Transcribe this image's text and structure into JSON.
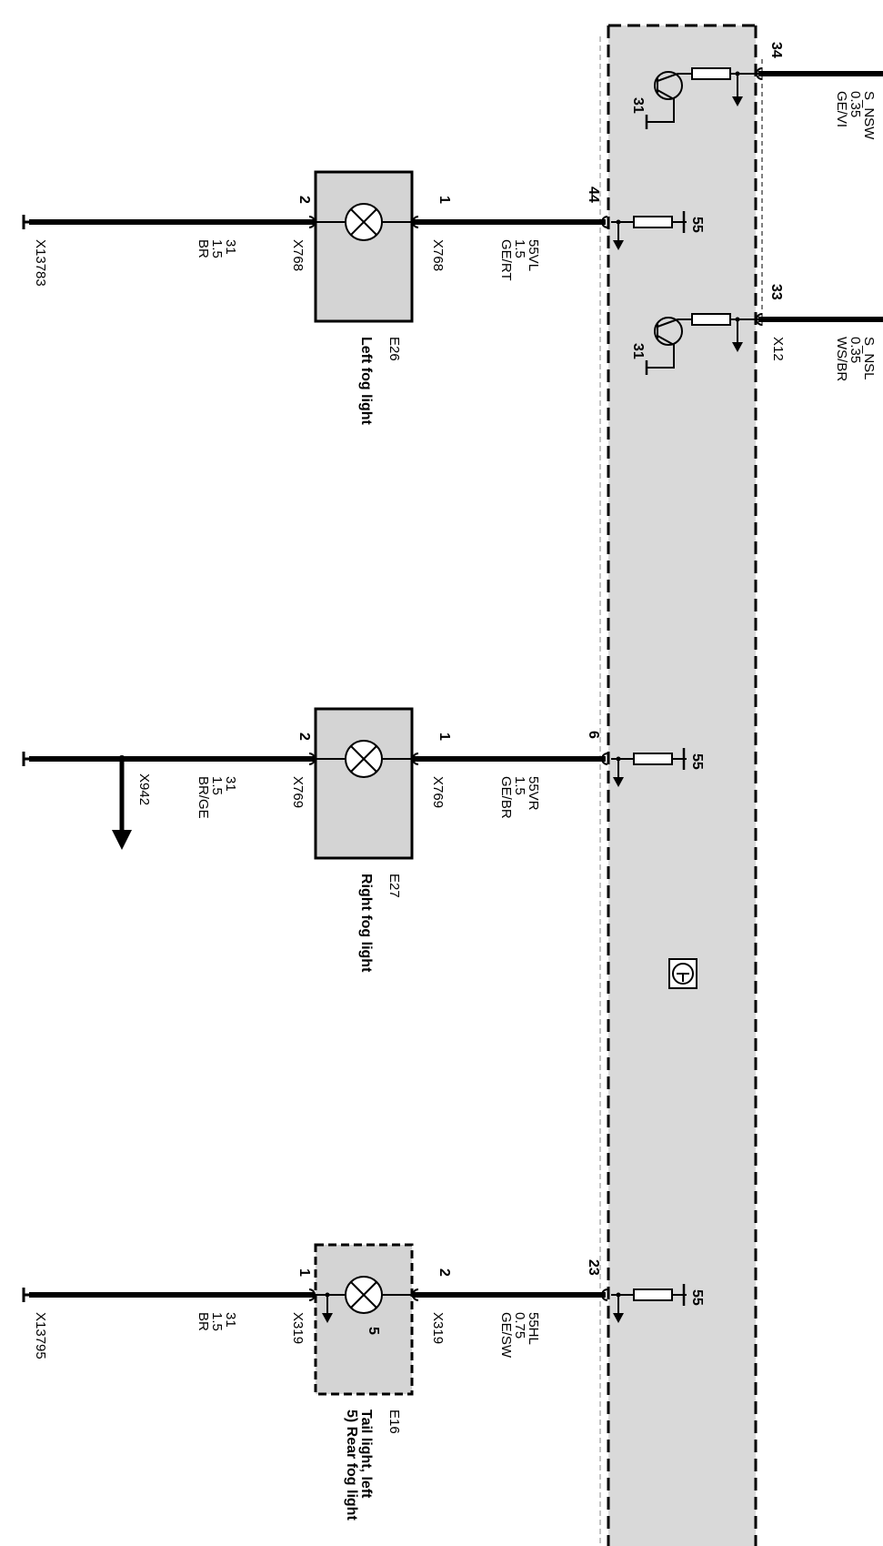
{
  "top_signals": {
    "nsw": {
      "line1": "S_NSW",
      "line2": "0.35",
      "line3": "GE/VI",
      "pin": "34"
    },
    "nsl": {
      "line1": "S_NSL",
      "line2": "0.35",
      "line3": "WS/BR",
      "pin": "33",
      "connector": "X12"
    }
  },
  "transistor_ground_label": "31",
  "resistor_supply_label": "55",
  "circuits": [
    {
      "id": "e26",
      "module_pin": "44",
      "wire_in": {
        "line1": "55VL",
        "line2": "1.5",
        "line3": "GE/RT"
      },
      "pin_in": "1",
      "connector_in": "X768",
      "component_code": "E26",
      "component_name": "Left fog light",
      "pin_out": "2",
      "connector_out": "X768",
      "wire_out": {
        "line1": "31",
        "line2": "1.5",
        "line3": "BR"
      },
      "ground": "X13783"
    },
    {
      "id": "e27",
      "module_pin": "6",
      "wire_in": {
        "line1": "55VR",
        "line2": "1.5",
        "line3": "GE/BR"
      },
      "pin_in": "1",
      "connector_in": "X769",
      "component_code": "E27",
      "component_name": "Right fog light",
      "pin_out": "2",
      "connector_out": "X769",
      "wire_out": {
        "line1": "31",
        "line2": "1.5",
        "line3": "BR/GE"
      },
      "branch": "X942"
    },
    {
      "id": "e16",
      "module_pin": "23",
      "wire_in": {
        "line1": "55HL",
        "line2": "0.75",
        "line3": "GE/SW"
      },
      "pin_in": "2",
      "connector_in": "X319",
      "component_code": "E16",
      "component_name": "Tail light, left",
      "component_note": "5) Rear fog light",
      "lamp_marker": "5",
      "pin_out": "1",
      "connector_out": "X319",
      "wire_out": {
        "line1": "31",
        "line2": "1.5",
        "line3": "BR"
      },
      "ground": "X13795"
    }
  ],
  "colors": {
    "module_fill": "#d9d9d9",
    "component_fill": "#d4d4d4",
    "wire": "#000000"
  }
}
